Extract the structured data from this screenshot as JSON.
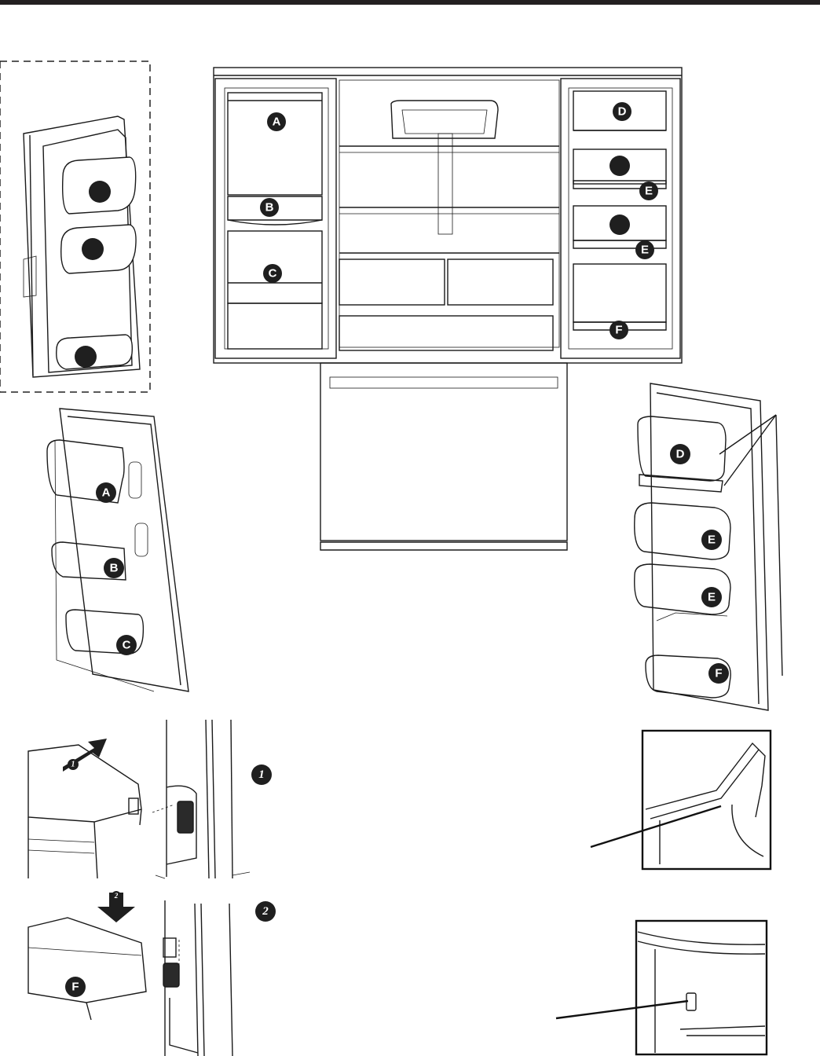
{
  "labels": {
    "bin_a": "A",
    "bin_b": "B",
    "bin_c": "C",
    "bin_d": "D",
    "bin_e": "E",
    "bin_f": "F"
  },
  "steps": {
    "step_1": "1",
    "step_2": "2"
  },
  "colors": {
    "line": "#1a1a1a",
    "badge": "#1f1f1f",
    "header_bar": "#231f20",
    "background": "#ffffff"
  },
  "icons": {
    "install_arrow_1": "arrow-diagonal-icon",
    "install_arrow_2": "arrow-down-icon"
  }
}
